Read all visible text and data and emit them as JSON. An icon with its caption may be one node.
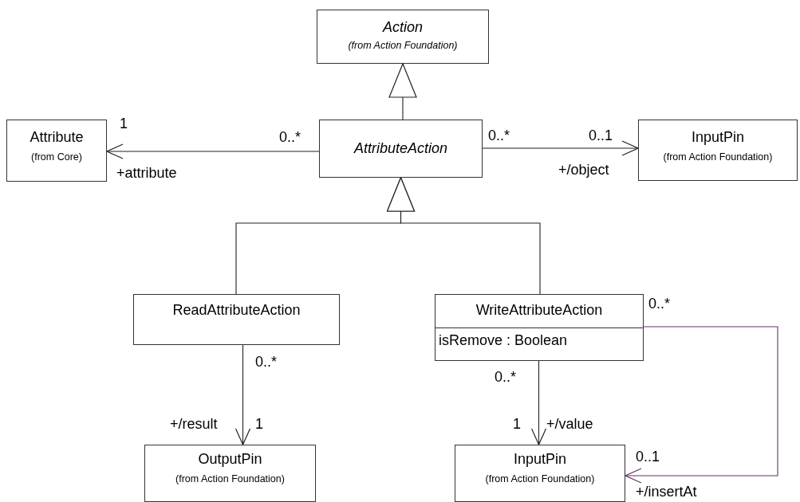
{
  "diagram": {
    "nodes": [
      {
        "text": [
          "Action",
          "(from Action Foundation)"
        ]
      },
      {
        "text": [
          "Attribute",
          "(from Core)"
        ]
      },
      {
        "text": [
          "AttributeAction"
        ]
      },
      {
        "text": [
          "InputPin",
          "(from Action Foundation)"
        ]
      },
      {
        "text": [
          "ReadAttributeAction"
        ]
      },
      {
        "text": [
          "WriteAttributeAction",
          "isRemove : Boolean"
        ]
      },
      {
        "text": [
          "OutputPin",
          "(from Action Foundation)"
        ]
      },
      {
        "text": [
          "InputPin",
          "(from Action Foundation)"
        ]
      }
    ],
    "edges": [
      {
        "from": 2,
        "to": 0,
        "arrow": "to"
      },
      {
        "from": 4,
        "to": 2,
        "arrow": "to"
      },
      {
        "from": 5,
        "to": 2,
        "arrow": "to"
      },
      {
        "from": 2,
        "to": 1,
        "arrow": "to"
      },
      {
        "from": 2,
        "to": 3,
        "arrow": "to"
      },
      {
        "from": 4,
        "to": 6,
        "arrow": "to"
      },
      {
        "from": 5,
        "to": 7,
        "arrow": "to"
      },
      {
        "from": 5,
        "to": 7,
        "arrow": "to",
        "color": "#6b2f6b"
      }
    ],
    "labels": [
      "1",
      "0..*",
      "+attribute",
      "0..*",
      "0..1",
      "+/object",
      "0..*",
      "0..*",
      "0..*",
      "+/result",
      "1",
      "1",
      "+/value",
      "0..1",
      "+/insertAt"
    ]
  }
}
